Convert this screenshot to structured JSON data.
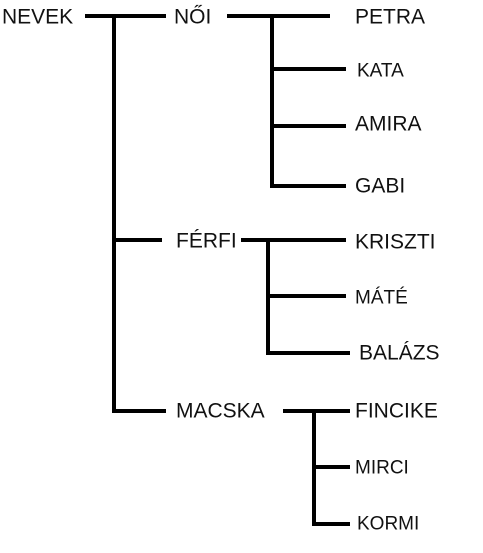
{
  "root": {
    "label": "NEVEK"
  },
  "categories": [
    {
      "label": "NŐI",
      "children": [
        "PETRA",
        "KATA",
        "AMIRA",
        "GABI"
      ]
    },
    {
      "label": "FÉRFI",
      "children": [
        "KRISZTI",
        "MÁTÉ",
        "BALÁZS"
      ]
    },
    {
      "label": "MACSKA",
      "children": [
        "FINCIKE",
        "MIRCI",
        "KORMI"
      ]
    }
  ],
  "colors": {
    "line": "#000000",
    "text": "#111111",
    "background": "#ffffff"
  }
}
